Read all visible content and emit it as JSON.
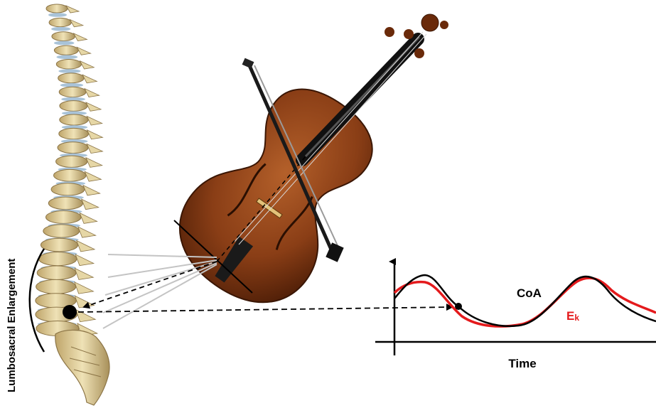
{
  "labels": {
    "region": "Lumbosacral Enlargement",
    "coa": "CoA",
    "ek_main": "E",
    "ek_sub": "k",
    "time_axis": "Time"
  },
  "colors": {
    "bone": "#e6d7a6",
    "bone_shadow": "#a8905a",
    "disc": "#a9c3d8",
    "violin_body": "#8a3e16",
    "violin_dark": "#4e1e07",
    "coa_line": "#000000",
    "ek_line": "#e41a1c"
  },
  "icons": [
    "spine-illustration",
    "violin-illustration",
    "bow-illustration"
  ]
}
